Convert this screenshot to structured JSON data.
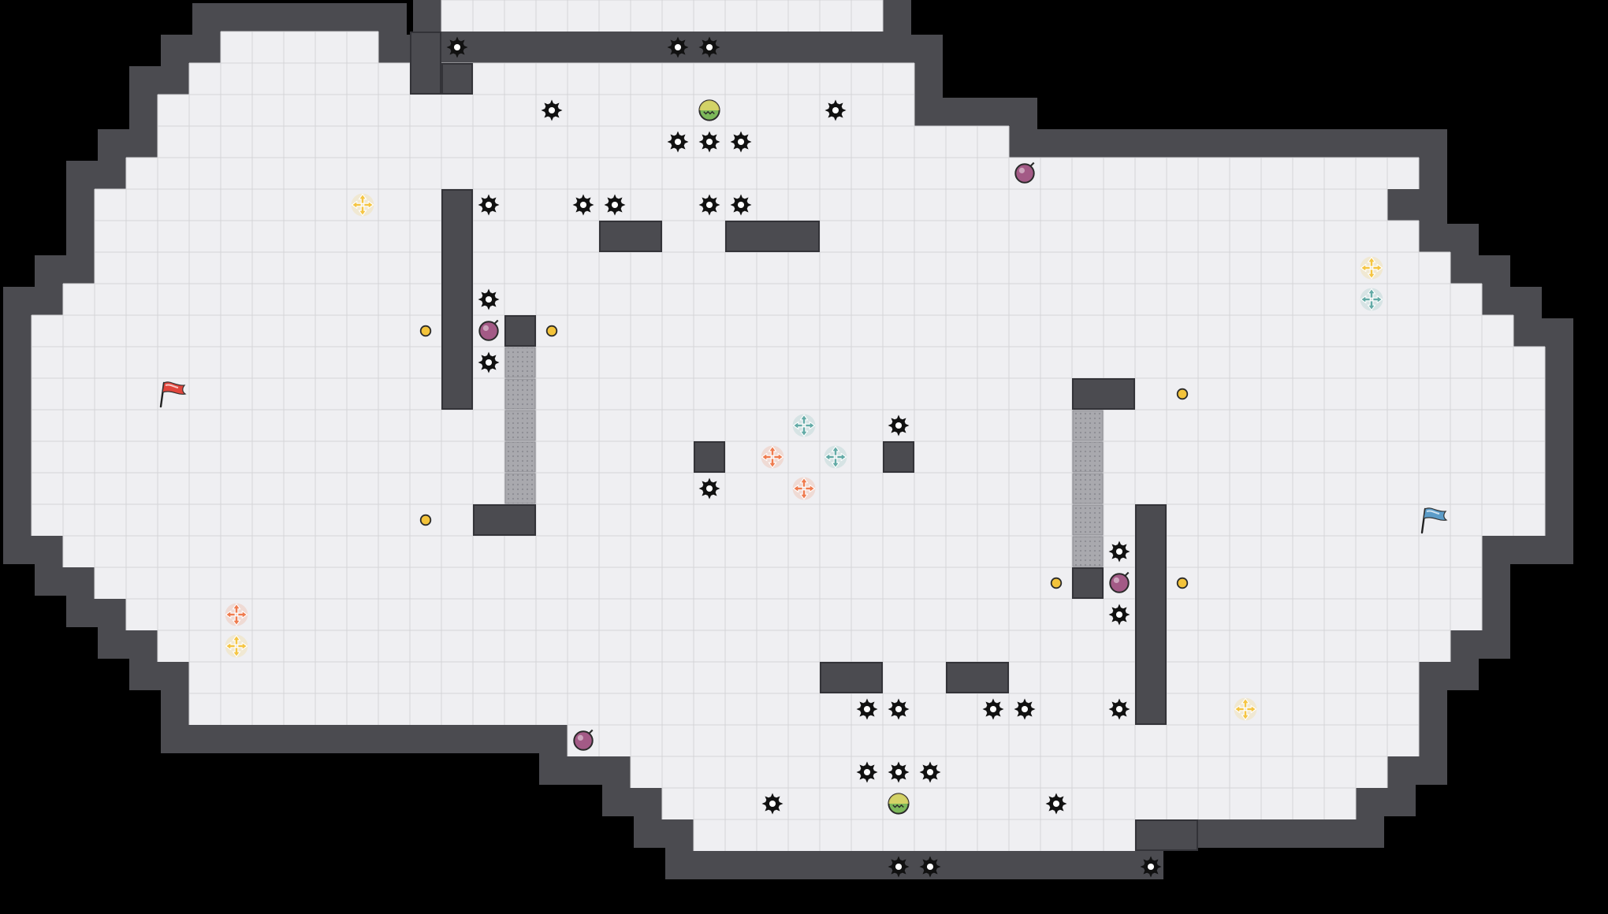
{
  "game": {
    "type": "capture-the-flag-map",
    "colors": {
      "background": "#000000",
      "floor": "#efeff2",
      "grid_line": "#d4d4d8",
      "wall": "#4b4b50",
      "wall_outline": "#333338",
      "gate": "#a9a9ae",
      "red_team": "#e0453c",
      "blue_team": "#5c9cc8",
      "spike": "#111111",
      "boost_orange": "#ef7b4e",
      "boost_teal": "#62aaa6",
      "boost_yellow": "#f5c542",
      "bomb": "#a35a86",
      "powerup": "#7cb85a",
      "button": "#f3c33a"
    },
    "icons": {
      "red_flag": "flag-icon",
      "blue_flag": "flag-icon",
      "spike": "spike-icon",
      "boost": "boost-icon",
      "bomb": "bomb-icon",
      "powerup": "powerup-icon",
      "button": "button-icon",
      "gate": "gate-tile"
    },
    "flags": [
      {
        "team": "red",
        "col": 5,
        "row": 12
      },
      {
        "team": "blue",
        "col": 45,
        "row": 16
      }
    ],
    "spikes": [
      [
        14,
        1
      ],
      [
        21,
        1
      ],
      [
        22,
        1
      ],
      [
        17,
        3
      ],
      [
        26,
        3
      ],
      [
        21,
        4
      ],
      [
        22,
        4
      ],
      [
        23,
        4
      ],
      [
        15,
        6
      ],
      [
        18,
        6
      ],
      [
        19,
        6
      ],
      [
        22,
        6
      ],
      [
        23,
        6
      ],
      [
        15,
        9
      ],
      [
        15,
        11
      ],
      [
        28,
        13
      ],
      [
        22,
        15
      ],
      [
        35,
        17
      ],
      [
        35,
        19
      ],
      [
        27,
        22
      ],
      [
        28,
        22
      ],
      [
        31,
        22
      ],
      [
        32,
        22
      ],
      [
        35,
        22
      ],
      [
        27,
        24
      ],
      [
        28,
        24
      ],
      [
        29,
        24
      ],
      [
        24,
        25
      ],
      [
        33,
        25
      ],
      [
        28,
        27
      ],
      [
        29,
        27
      ],
      [
        36,
        27
      ]
    ],
    "boosts": [
      {
        "color": "yellow",
        "col": 11,
        "row": 6
      },
      {
        "color": "yellow",
        "col": 43,
        "row": 8
      },
      {
        "color": "teal",
        "col": 43,
        "row": 9
      },
      {
        "color": "teal",
        "col": 25,
        "row": 13
      },
      {
        "color": "orange",
        "col": 24,
        "row": 14
      },
      {
        "color": "teal",
        "col": 26,
        "row": 14
      },
      {
        "color": "orange",
        "col": 25,
        "row": 15
      },
      {
        "color": "orange",
        "col": 7,
        "row": 19
      },
      {
        "color": "yellow",
        "col": 7,
        "row": 20
      },
      {
        "color": "yellow",
        "col": 39,
        "row": 22
      }
    ],
    "bombs": [
      [
        32,
        5
      ],
      [
        15,
        10
      ],
      [
        35,
        18
      ],
      [
        18,
        23
      ]
    ],
    "powerups": [
      [
        22,
        3
      ],
      [
        28,
        25
      ]
    ],
    "buttons": [
      [
        13,
        10
      ],
      [
        17,
        10
      ],
      [
        37,
        12
      ],
      [
        13,
        16
      ],
      [
        33,
        18
      ],
      [
        37,
        18
      ]
    ],
    "gates": [
      [
        16,
        11
      ],
      [
        16,
        12
      ],
      [
        16,
        13
      ],
      [
        16,
        14
      ],
      [
        16,
        15
      ],
      [
        34,
        13
      ],
      [
        34,
        14
      ],
      [
        34,
        15
      ],
      [
        34,
        16
      ],
      [
        34,
        17
      ]
    ],
    "walls": [
      [
        14,
        6,
        1,
        7
      ],
      [
        19,
        7,
        2,
        1
      ],
      [
        23,
        7,
        3,
        1
      ],
      [
        16,
        10,
        1,
        1
      ],
      [
        15,
        16,
        2,
        1
      ],
      [
        22,
        14,
        1,
        1
      ],
      [
        28,
        14,
        1,
        1
      ],
      [
        34,
        12,
        2,
        1
      ],
      [
        36,
        16,
        1,
        7
      ],
      [
        34,
        18,
        1,
        1
      ],
      [
        26,
        21,
        2,
        1
      ],
      [
        30,
        21,
        2,
        1
      ],
      [
        13,
        1,
        1,
        2
      ],
      [
        14,
        2,
        1,
        1
      ],
      [
        36,
        26,
        2,
        1
      ]
    ],
    "floor_rows": [
      [
        14,
        28
      ],
      [
        7,
        12
      ],
      [
        6,
        29
      ],
      [
        5,
        29
      ],
      [
        5,
        32
      ],
      [
        4,
        45
      ],
      [
        3,
        44
      ],
      [
        3,
        45
      ],
      [
        3,
        46
      ],
      [
        2,
        47
      ],
      [
        1,
        48
      ],
      [
        1,
        49
      ],
      [
        1,
        49
      ],
      [
        1,
        49
      ],
      [
        1,
        49
      ],
      [
        1,
        49
      ],
      [
        1,
        49
      ],
      [
        2,
        47
      ],
      [
        3,
        47
      ],
      [
        4,
        47
      ],
      [
        5,
        46
      ],
      [
        6,
        45
      ],
      [
        6,
        45
      ],
      [
        18,
        45
      ],
      [
        20,
        44
      ],
      [
        21,
        43
      ],
      [
        22,
        36
      ]
    ]
  }
}
